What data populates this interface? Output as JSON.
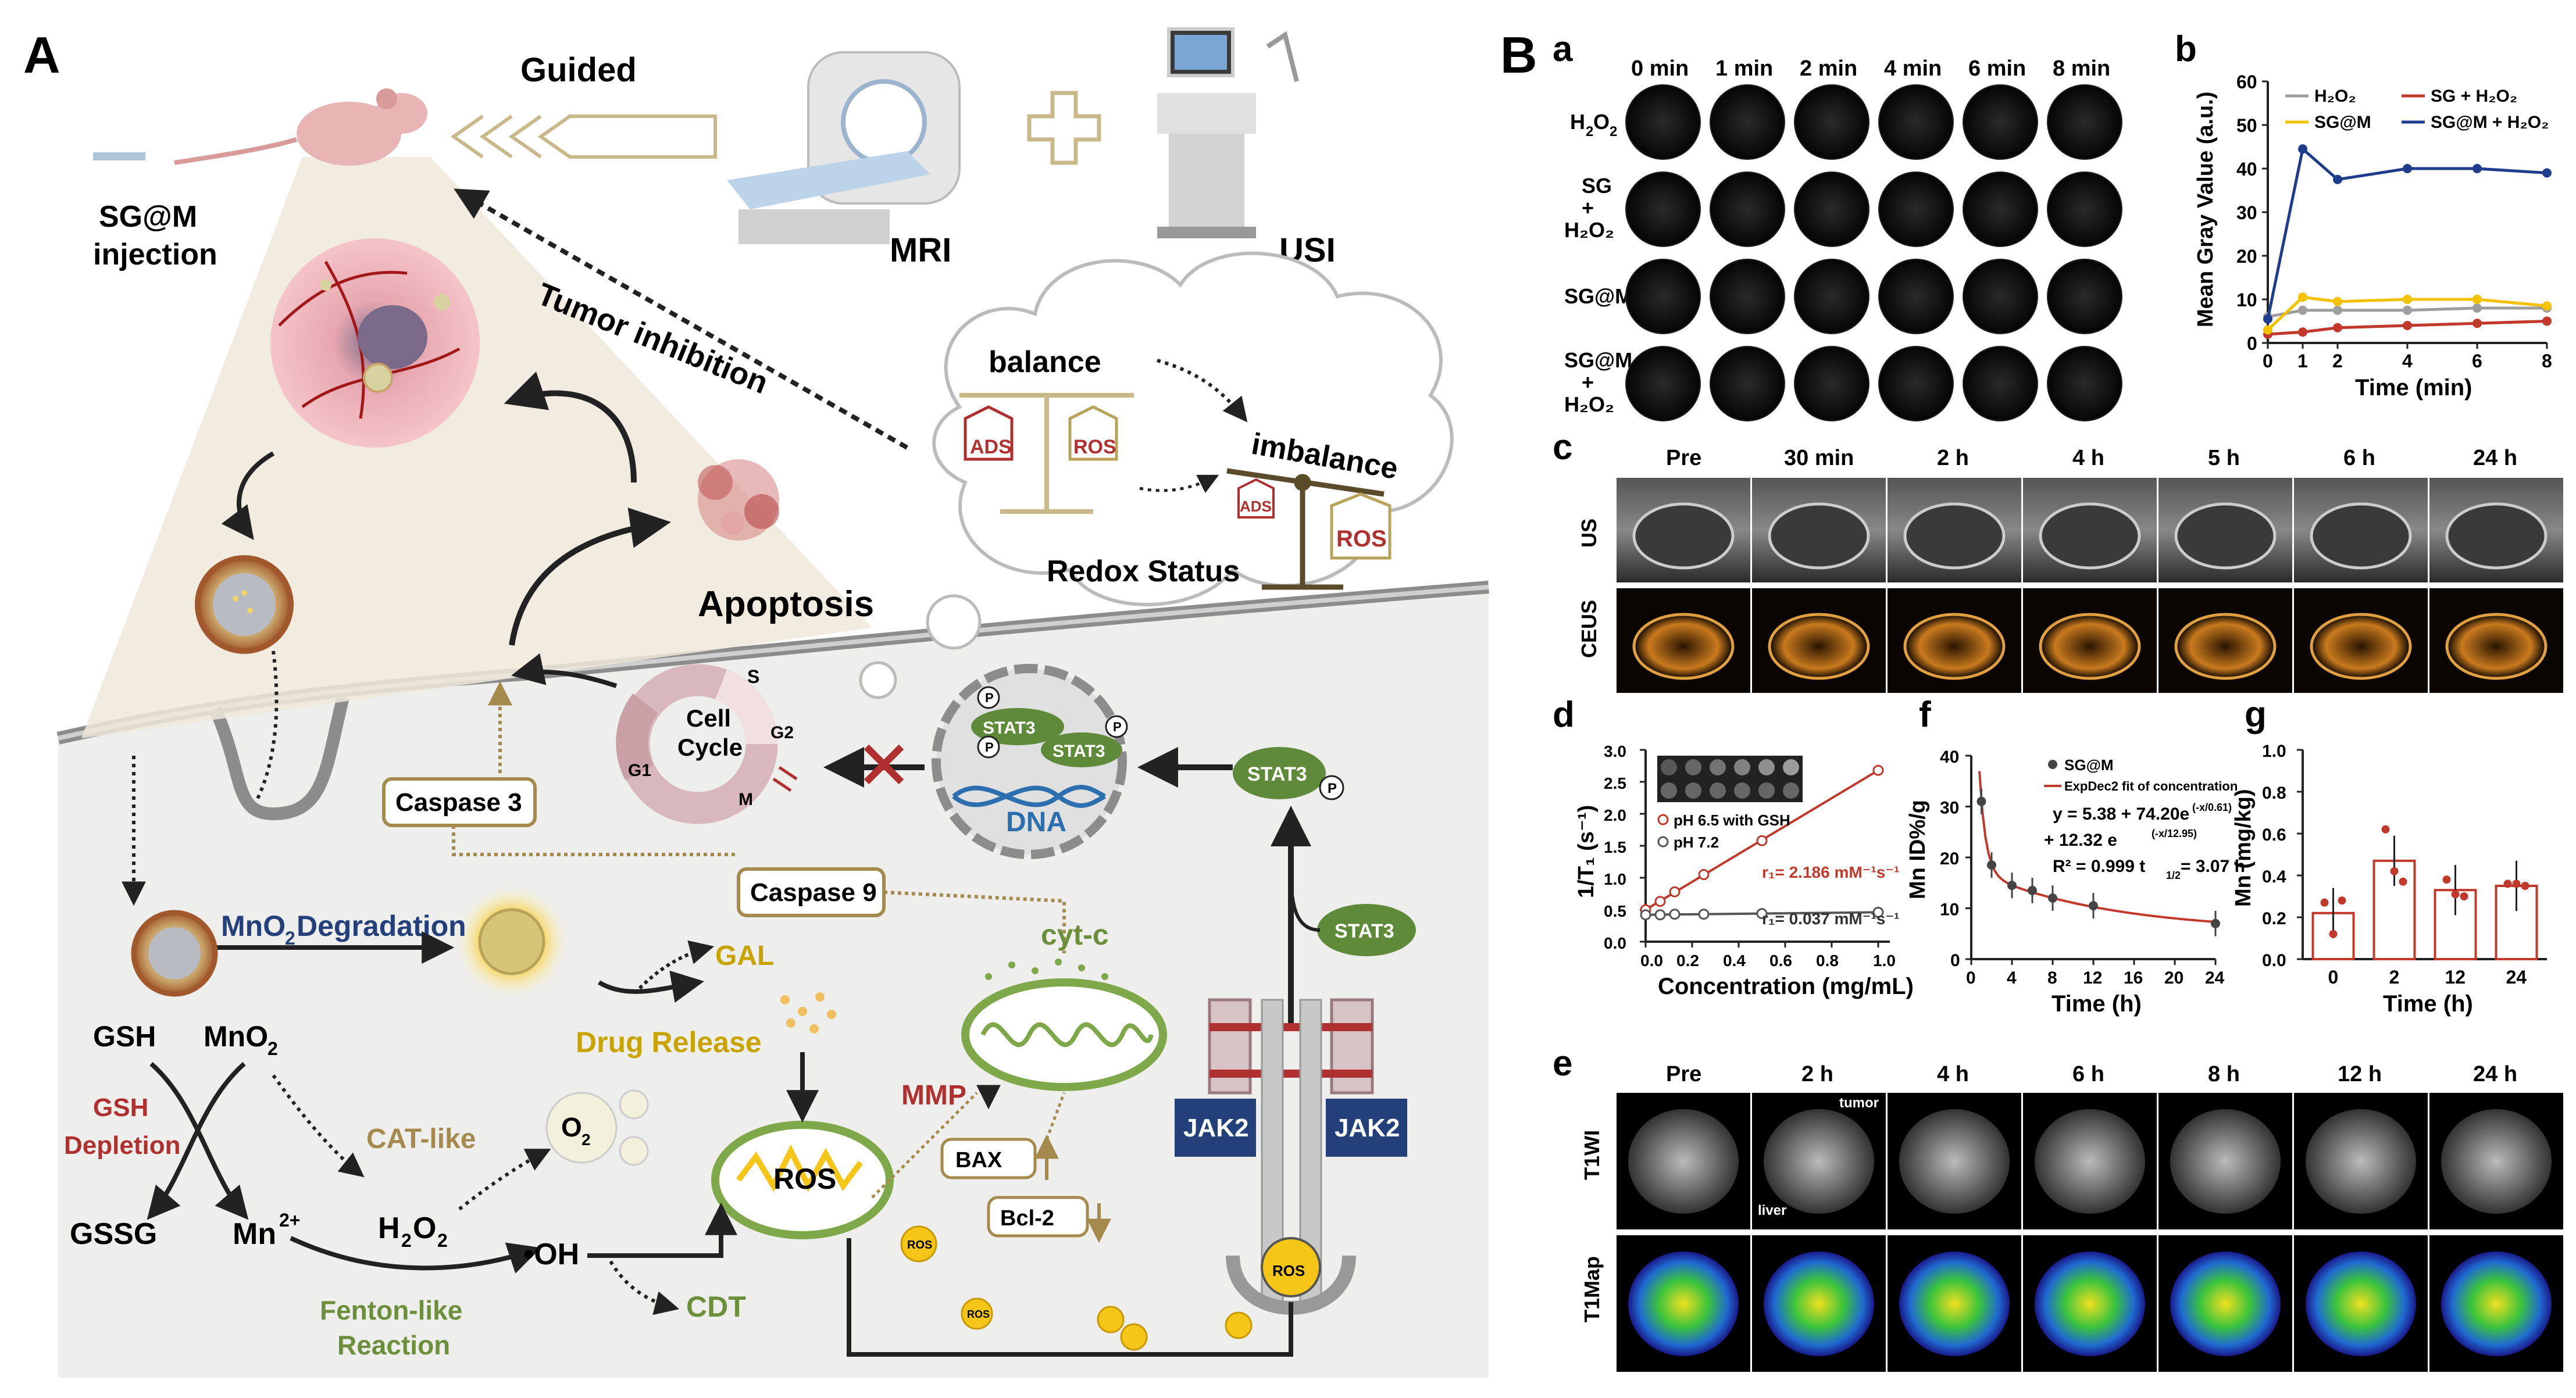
{
  "colors": {
    "cream": "#efe9d9",
    "gold": "#a58a4d",
    "membrane": "#8c8c8c",
    "green": "#5e8a3a",
    "red": "#b03030",
    "navy": "#23407a",
    "yellow": "#f5c518",
    "plotRed": "#c0392b",
    "plotBlue": "#1f3d8c",
    "plotGray": "#9e9e9e",
    "plotYellow": "#f2c200"
  },
  "panelA": {
    "label": "A",
    "injection": {
      "l1": "SG@M",
      "l2": "injection"
    },
    "guided": "Guided",
    "mri": "MRI",
    "usi": "USI",
    "tumor_inhibition": "Tumor inhibition",
    "apoptosis": "Apoptosis",
    "balance": "balance",
    "imbalance": "imbalance",
    "ads": "ADS",
    "ros": "ROS",
    "redox": "Redox Status",
    "cell_cycle": {
      "l1": "Cell",
      "l2": "Cycle",
      "s": "S",
      "g2": "G2",
      "m": "M",
      "g1": "G1"
    },
    "caspase3": "Caspase 3",
    "caspase9": "Caspase 9",
    "stat3": "STAT3",
    "p": "P",
    "dna": "DNA",
    "jak2": "JAK2",
    "cytc": "cyt-c",
    "mmp": "MMP",
    "bax": "BAX",
    "bcl2": "Bcl-2",
    "mno2_deg": "MnO",
    "mno2_deg_sub": "2",
    "mno2_deg_tail": " Degradation",
    "gal": "GAL",
    "drug_release": "Drug Release",
    "gsh": "GSH",
    "mno2": "MnO",
    "mno2_sub": "2",
    "gsh_depletion": {
      "l1": "GSH",
      "l2": "Depletion"
    },
    "gssg": "GSSG",
    "mn2": "Mn",
    "mn2_sup": "2+",
    "cat_like": "CAT-like",
    "h2o2": "H",
    "h2o2_sub": "2",
    "h2o2_o": "O",
    "o2": "O",
    "oh": "•OH",
    "fenton": {
      "l1": "Fenton-like",
      "l2": "Reaction"
    },
    "cdt": "CDT",
    "ros_small": "ROS"
  },
  "panelB": {
    "label": "B",
    "a": {
      "label": "a",
      "cols": [
        "0 min",
        "1 min",
        "2 min",
        "4 min",
        "6 min",
        "8 min"
      ],
      "rows": [
        {
          "l1": "H",
          "l1sub": "2",
          "l1tail": "O",
          "l1tailsub": "2"
        },
        {
          "l1": "SG",
          "l2": "+",
          "l3": "H₂O₂"
        },
        {
          "l1": "SG@M"
        },
        {
          "l1": "SG@M",
          "l2": "+",
          "l3": "H₂O₂"
        }
      ]
    },
    "c": {
      "label": "c",
      "cols": [
        "Pre",
        "30 min",
        "2 h",
        "4 h",
        "5 h",
        "6 h",
        "24 h"
      ],
      "rows": [
        "US",
        "CEUS"
      ]
    },
    "e": {
      "label": "e",
      "cols": [
        "Pre",
        "2 h",
        "4 h",
        "6 h",
        "8 h",
        "12 h",
        "24 h"
      ],
      "rows": [
        "T1WI",
        "T1Map"
      ],
      "tumor": "tumor",
      "liver": "liver"
    }
  },
  "chart_data": [
    {
      "panel": "b",
      "type": "line",
      "xlabel": "Time (min)",
      "ylabel": "Mean Gray Value (a.u.)",
      "xlim": [
        0,
        8
      ],
      "ylim": [
        0,
        60
      ],
      "xticks": [
        0,
        1,
        2,
        4,
        6,
        8
      ],
      "yticks": [
        0,
        10,
        20,
        30,
        40,
        50,
        60
      ],
      "x": [
        0,
        1,
        2,
        4,
        6,
        8
      ],
      "series": [
        {
          "name": "H₂O₂",
          "color": "#9e9e9e",
          "values": [
            6,
            7.5,
            7.5,
            7.5,
            8,
            8
          ]
        },
        {
          "name": "SG + H₂O₂",
          "color": "#c0392b",
          "values": [
            2,
            2.5,
            3.5,
            4,
            4.5,
            5
          ]
        },
        {
          "name": "SG@M",
          "color": "#f2c200",
          "values": [
            3,
            10.5,
            9.5,
            10,
            10,
            8.5
          ]
        },
        {
          "name": "SG@M + H₂O₂",
          "color": "#1f3d8c",
          "values": [
            5.5,
            44.5,
            37.5,
            40,
            40,
            39
          ]
        }
      ]
    },
    {
      "panel": "d",
      "type": "scatter",
      "xlabel": "Concentration (mg/mL)",
      "ylabel": "1/T₁ (s⁻¹)",
      "xlim": [
        0,
        1.05
      ],
      "ylim": [
        0,
        3.0
      ],
      "xticks": [
        0.0,
        0.2,
        0.4,
        0.6,
        0.8,
        1.0
      ],
      "yticks": [
        0.0,
        0.5,
        1.0,
        1.5,
        2.0,
        2.5,
        3.0
      ],
      "series": [
        {
          "name": "pH 6.5 with GSH",
          "color": "#c0392b",
          "x": [
            0,
            0.0625,
            0.125,
            0.25,
            0.5,
            1.0
          ],
          "values": [
            0.5,
            0.63,
            0.78,
            1.05,
            1.58,
            2.68
          ],
          "annotation": "r₁= 2.186 mM⁻¹s⁻¹"
        },
        {
          "name": "pH 7.2",
          "color": "#555555",
          "x": [
            0,
            0.0625,
            0.125,
            0.25,
            0.5,
            1.0
          ],
          "values": [
            0.42,
            0.42,
            0.43,
            0.43,
            0.44,
            0.46
          ],
          "annotation": "r₁= 0.037 mM⁻¹s⁻¹"
        }
      ]
    },
    {
      "panel": "f",
      "type": "line",
      "xlabel": "Time (h)",
      "ylabel": "Mn ID%/g",
      "xlim": [
        0,
        24
      ],
      "ylim": [
        0,
        40
      ],
      "xticks": [
        0,
        4,
        8,
        12,
        16,
        20,
        24
      ],
      "yticks": [
        0,
        10,
        20,
        30,
        40
      ],
      "series": [
        {
          "name": "SG@M",
          "color": "#444444",
          "x": [
            1,
            2,
            4,
            6,
            8,
            12,
            24
          ],
          "values": [
            31,
            18.5,
            14.5,
            13.5,
            12,
            10.5,
            7
          ]
        },
        {
          "name": "ExpDec2 fit of concentration",
          "color": "#c0392b"
        }
      ],
      "annotations": [
        "y = 5.38 + 74.20e",
        "(-x/0.61)",
        "+ 12.32 e",
        "(-x/12.95)",
        "R² = 0.999  t",
        "1/2",
        " = 3.07 h"
      ]
    },
    {
      "panel": "g",
      "type": "bar",
      "xlabel": "Time (h)",
      "ylabel": "Mn (mg/kg)",
      "categories": [
        "0",
        "2",
        "12",
        "24"
      ],
      "values": [
        0.22,
        0.47,
        0.33,
        0.35
      ],
      "ylim": [
        0,
        1.0
      ],
      "yticks": [
        0.0,
        0.2,
        0.4,
        0.6,
        0.8,
        1.0
      ],
      "color": "#c0392b",
      "points": [
        [
          0.27,
          0.12,
          0.28
        ],
        [
          0.62,
          0.42,
          0.37
        ],
        [
          0.38,
          0.31,
          0.3
        ],
        [
          0.36,
          0.36,
          0.35
        ]
      ]
    }
  ]
}
